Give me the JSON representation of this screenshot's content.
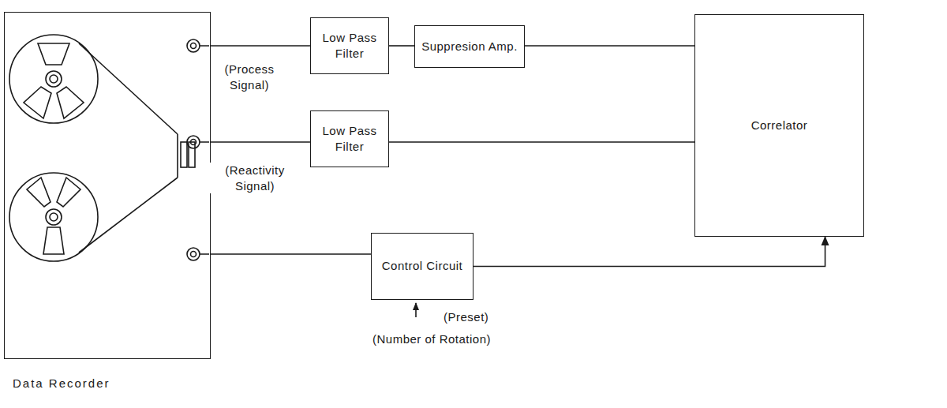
{
  "diagram": {
    "nodes": [
      {
        "text": [
          "Data Recorder"
        ]
      },
      {
        "text": [
          "Low Pass Filter"
        ]
      },
      {
        "text": [
          "Suppresion Amp."
        ]
      },
      {
        "text": [
          "Low Pass Filter"
        ]
      },
      {
        "text": [
          "Correlator"
        ]
      },
      {
        "text": [
          "Control Circuit"
        ]
      }
    ],
    "edges": [
      {
        "from": 0,
        "to": 1,
        "arrow": "none"
      },
      {
        "from": 1,
        "to": 2,
        "arrow": "none"
      },
      {
        "from": 2,
        "to": 4,
        "arrow": "none"
      },
      {
        "from": 0,
        "to": 3,
        "arrow": "none"
      },
      {
        "from": 3,
        "to": 4,
        "arrow": "none"
      },
      {
        "from": 0,
        "to": 5,
        "arrow": "none"
      },
      {
        "from": 5,
        "to": 4,
        "arrow": "to"
      }
    ],
    "labels": [
      "(Process Signal)",
      "(Reactivity Signal)",
      "(Preset)",
      "(Number of Rotation)"
    ]
  }
}
